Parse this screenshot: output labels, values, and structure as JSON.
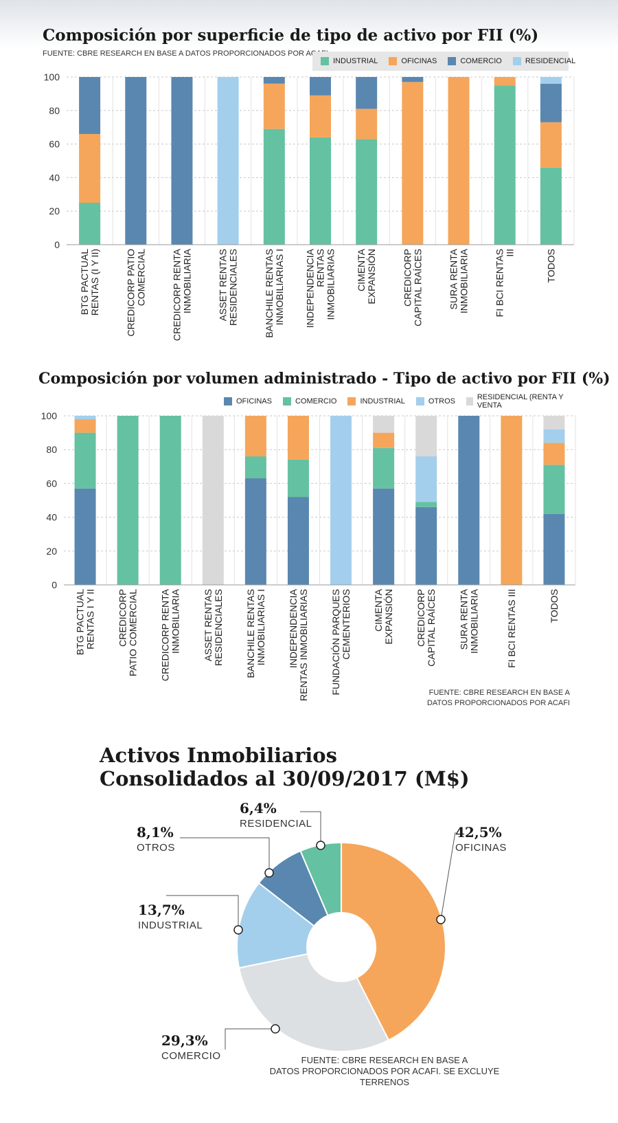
{
  "colors": {
    "industrial": "#64c1a2",
    "oficinas": "#f5a65b",
    "comercio": "#5a87b0",
    "residencial": "#a3cfec",
    "otros": "#a3cfec",
    "residencial_rv": "#d9d9d9",
    "pie_comercio": "#dde0e3"
  },
  "chart_data": [
    {
      "type": "bar",
      "stacked": true,
      "title": "Composición por superficie de tipo de activo por FII (%)",
      "source": "FUENTE: CBRE RESEARCH EN BASE A DATOS PROPORCIONADOS POR ACAFI",
      "ylim": [
        0,
        100
      ],
      "yticks": [
        "0",
        "20",
        "40",
        "60",
        "80",
        "100"
      ],
      "grid": true,
      "legend_position": "top-right",
      "categories": [
        [
          "BTG PACTUAL",
          "RENTAS (I Y II)"
        ],
        [
          "CREDICORP PATIO",
          "COMERCIAL"
        ],
        [
          "CREDICORP RENTA",
          "INMOBILIARIA"
        ],
        [
          "ASSET RENTAS",
          "RESIDENCIALES"
        ],
        [
          "BANCHILE RENTAS",
          "INMOBILIARIAS I"
        ],
        [
          "INDEPENDENCIA",
          "RENTAS",
          "INMOBILIARIAS"
        ],
        [
          "CIMENTA",
          "EXPANSIÓN"
        ],
        [
          "CREDICORP",
          "CAPITAL RAÍCES"
        ],
        [
          "SURA RENTA",
          "INMOBILIARIA"
        ],
        [
          "FI BCI RENTAS",
          "III"
        ],
        [
          "TODOS"
        ]
      ],
      "series": [
        {
          "name": "INDUSTRIAL",
          "color_key": "industrial",
          "values": [
            25,
            0,
            0,
            0,
            69,
            64,
            63,
            0,
            0,
            95,
            46
          ]
        },
        {
          "name": "OFICINAS",
          "color_key": "oficinas",
          "values": [
            41,
            0,
            0,
            0,
            27,
            25,
            18,
            97,
            100,
            5,
            27
          ]
        },
        {
          "name": "COMERCIO",
          "color_key": "comercio",
          "values": [
            34,
            100,
            100,
            0,
            4,
            11,
            19,
            3,
            0,
            0,
            23
          ]
        },
        {
          "name": "RESIDENCIAL",
          "color_key": "residencial",
          "values": [
            0,
            0,
            0,
            100,
            0,
            0,
            0,
            0,
            0,
            0,
            4
          ]
        }
      ]
    },
    {
      "type": "bar",
      "stacked": true,
      "title": "Composición por volumen administrado - Tipo de activo por FII (%)",
      "source_lines": [
        "FUENTE: CBRE RESEARCH EN BASE A",
        "DATOS PROPORCIONADOS POR ACAFI"
      ],
      "ylim": [
        0,
        100
      ],
      "yticks": [
        "0",
        "20",
        "40",
        "60",
        "80",
        "100"
      ],
      "grid": true,
      "legend_position": "top-right",
      "categories": [
        [
          "BTG PACTUAL",
          "RENTAS I Y II"
        ],
        [
          "CREDICORP",
          "PATIO COMERCIAL"
        ],
        [
          "CREDICORP RENTA",
          "INMOBILIARIA"
        ],
        [
          "ASSET RENTAS",
          "RESIDENCIALES"
        ],
        [
          "BANCHILE RENTAS",
          "INMOBILIARIAS I"
        ],
        [
          "INDEPENDENCIA",
          "RENTAS INMOBILIARIAS"
        ],
        [
          "FUNDACIÓN PARQUES",
          "CEMENTERIOS"
        ],
        [
          "CIMENTA",
          "EXPANSIÓN"
        ],
        [
          "CREDICORP",
          "CAPITAL RAÍCES"
        ],
        [
          "SURA RENTA",
          "INMOBILIARIA"
        ],
        [
          "FI BCI RENTAS III"
        ],
        [
          "TODOS"
        ]
      ],
      "series": [
        {
          "name": "OFICINAS",
          "color_key": "comercio",
          "values": [
            57,
            0,
            0,
            0,
            63,
            52,
            0,
            57,
            46,
            100,
            0,
            42
          ]
        },
        {
          "name": "COMERCIO",
          "color_key": "industrial",
          "values": [
            33,
            100,
            100,
            0,
            13,
            22,
            0,
            24,
            3,
            0,
            0,
            29
          ]
        },
        {
          "name": "INDUSTRIAL",
          "color_key": "oficinas",
          "values": [
            8,
            0,
            0,
            0,
            24,
            26,
            0,
            9,
            0,
            0,
            100,
            13
          ]
        },
        {
          "name": "OTROS",
          "color_key": "otros",
          "values": [
            2,
            0,
            0,
            0,
            0,
            0,
            100,
            0,
            27,
            0,
            0,
            8
          ]
        },
        {
          "name": "RESIDENCIAL (RENTA Y VENTA",
          "color_key": "residencial_rv",
          "values": [
            0,
            0,
            0,
            100,
            0,
            0,
            0,
            10,
            24,
            0,
            0,
            8
          ]
        }
      ]
    },
    {
      "type": "pie",
      "donut": true,
      "title_lines": [
        "Activos Inmobiliarios",
        "Consolidados al 30/09/2017 (M$)"
      ],
      "source_lines": [
        "FUENTE: CBRE RESEARCH EN BASE A",
        "DATOS PROPORCIONADOS POR ACAFI. SE EXCLUYE TERRENOS"
      ],
      "slices": [
        {
          "label": "OFICINAS",
          "value": 42.5,
          "text": "42,5%",
          "color_key": "oficinas"
        },
        {
          "label": "COMERCIO",
          "value": 29.3,
          "text": "29,3%",
          "color_key": "pie_comercio"
        },
        {
          "label": "INDUSTRIAL",
          "value": 13.7,
          "text": "13,7%",
          "color_key": "residencial"
        },
        {
          "label": "OTROS",
          "value": 8.1,
          "text": "8,1%",
          "color_key": "comercio"
        },
        {
          "label": "RESIDENCIAL",
          "value": 6.4,
          "text": "6,4%",
          "color_key": "industrial"
        }
      ]
    }
  ]
}
